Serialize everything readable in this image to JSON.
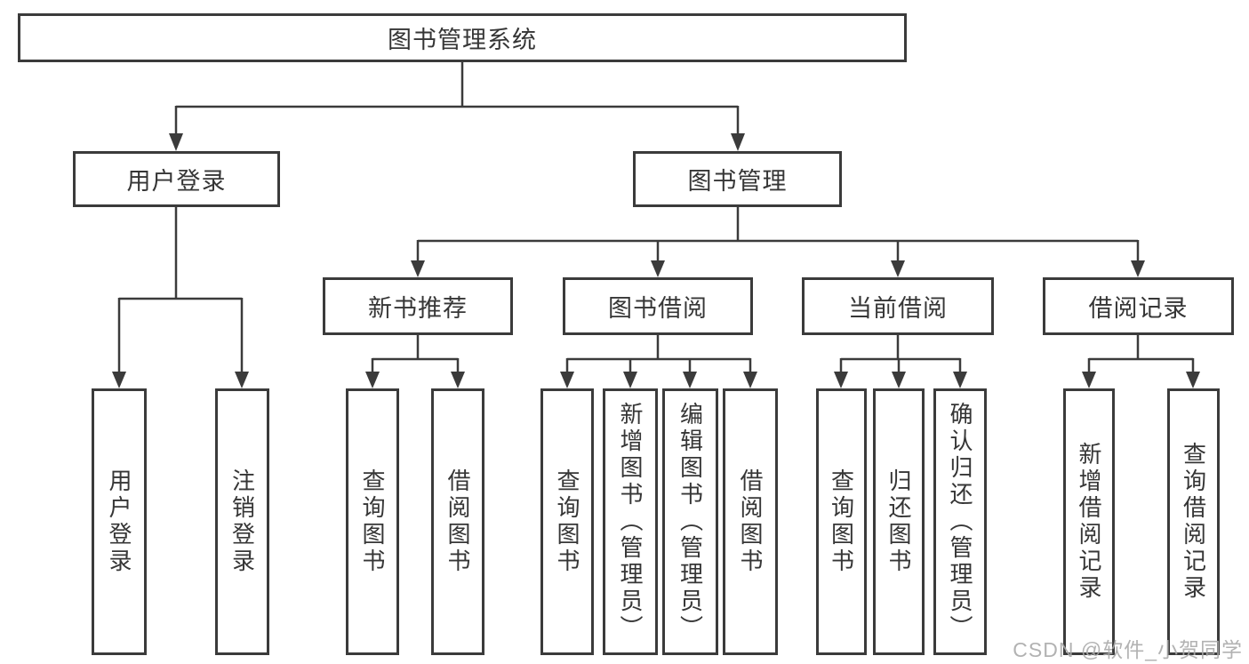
{
  "diagram": {
    "root": "图书管理系统",
    "branches": [
      {
        "label": "用户登录",
        "children": [
          "用户登录",
          "注销登录"
        ]
      },
      {
        "label": "图书管理",
        "children": [
          {
            "label": "新书推荐",
            "children": [
              "查询图书",
              "借阅图书"
            ]
          },
          {
            "label": "图书借阅",
            "children": [
              "查询图书",
              "新增图书（管理员）",
              "编辑图书（管理员）",
              "借阅图书"
            ]
          },
          {
            "label": "当前借阅",
            "children": [
              "查询图书",
              "归还图书",
              "确认归还（管理员）"
            ]
          },
          {
            "label": "借阅记录",
            "children": [
              "新增借阅记录",
              "查询借阅记录"
            ]
          }
        ]
      }
    ]
  },
  "watermark": {
    "text": "CSDN @软件_小贺同学"
  },
  "colors": {
    "line": "#3b3b3b",
    "text": "#363636",
    "background": "#ffffff",
    "watermark": "#aaaaaa"
  }
}
